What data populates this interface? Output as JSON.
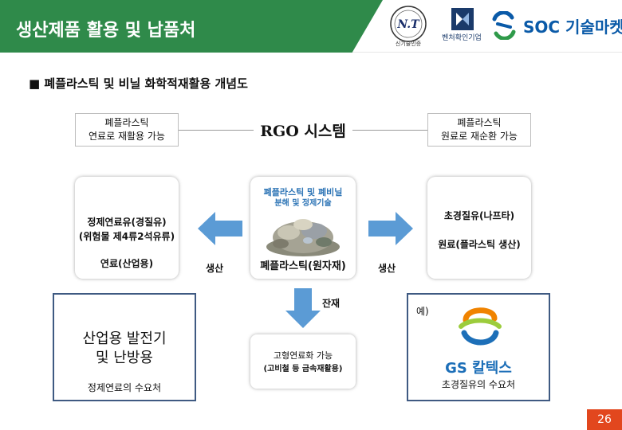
{
  "header": {
    "title": "생산제품 활용 및 납품처",
    "logo_nt_text": "N.T",
    "logo_nt_sub": "신기술인증",
    "logo_venture_text": "벤처확인기업",
    "soc_brand": "SOC 기술마켓"
  },
  "subtitle": "■ 폐플라스틱 및 비닐 화학적재활용 개념도",
  "top_row": {
    "left_label": [
      "폐플라스틱",
      "연료로 재활용 가능"
    ],
    "center_title": "RGO 시스템",
    "right_label": [
      "폐플라스틱",
      "원료로 재순환 가능"
    ]
  },
  "center_card": {
    "tech_title": [
      "폐플라스틱 및 폐비닐",
      "분해 및 정제기술"
    ],
    "caption": "폐플라스틱(원자재)"
  },
  "left_card": {
    "lines": [
      "정제연료유(경질유)",
      "(위험물 제4류2석유류)",
      "",
      "연료(산업용)"
    ]
  },
  "right_card": {
    "lines": [
      "초경질유(나프타)",
      "",
      "원료(플라스틱 생산)"
    ]
  },
  "arrows": {
    "left_label": "생산",
    "right_label": "생산",
    "down_label": "잔재"
  },
  "residue_box": {
    "lines": [
      "고형연료화 가능",
      "(고비철 등 금속재활용)"
    ]
  },
  "left_outline": {
    "big": [
      "산업용 발전기",
      "및 난방용"
    ],
    "caption": "정제연료의 수요처"
  },
  "right_outline": {
    "example": "예)",
    "brand": "GS 칼텍스",
    "caption": "초경질유의 수요처"
  },
  "page_number": "26",
  "colors": {
    "header_green": "#2f8a4a",
    "arrow_blue": "#5b9bd5",
    "tech_blue": "#2e75b6",
    "gs_orange": "#f08300",
    "gs_blue": "#1d6fb8",
    "page_num_bg": "#e2471e"
  }
}
